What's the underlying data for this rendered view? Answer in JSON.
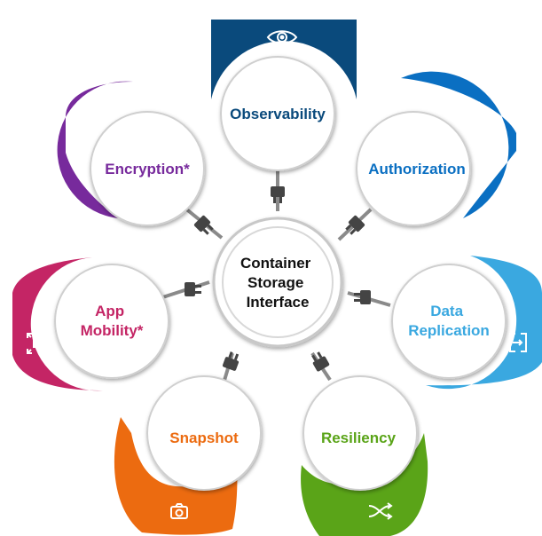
{
  "center": {
    "lines": [
      "Container",
      "Storage",
      "Interface"
    ]
  },
  "nodes": [
    {
      "id": "observability",
      "label_lines": [
        "Observability"
      ],
      "color": "#0a4a7c",
      "icon": "eye-icon"
    },
    {
      "id": "authorization",
      "label_lines": [
        "Authorization"
      ],
      "color": "#0a6fc2",
      "icon": "user-check-icon"
    },
    {
      "id": "data-replication",
      "label_lines": [
        "Data",
        "Replication"
      ],
      "color": "#3aa8e0",
      "icon": "replication-icon"
    },
    {
      "id": "resiliency",
      "label_lines": [
        "Resiliency"
      ],
      "color": "#5aa418",
      "icon": "shuffle-icon"
    },
    {
      "id": "snapshot",
      "label_lines": [
        "Snapshot"
      ],
      "color": "#ec6b10",
      "icon": "camera-icon"
    },
    {
      "id": "app-mobility",
      "label_lines": [
        "App",
        "Mobility*"
      ],
      "color": "#c42565",
      "icon": "move-icon"
    },
    {
      "id": "encryption",
      "label_lines": [
        "Encryption*"
      ],
      "color": "#772a9c",
      "icon": "lock-icon"
    }
  ]
}
